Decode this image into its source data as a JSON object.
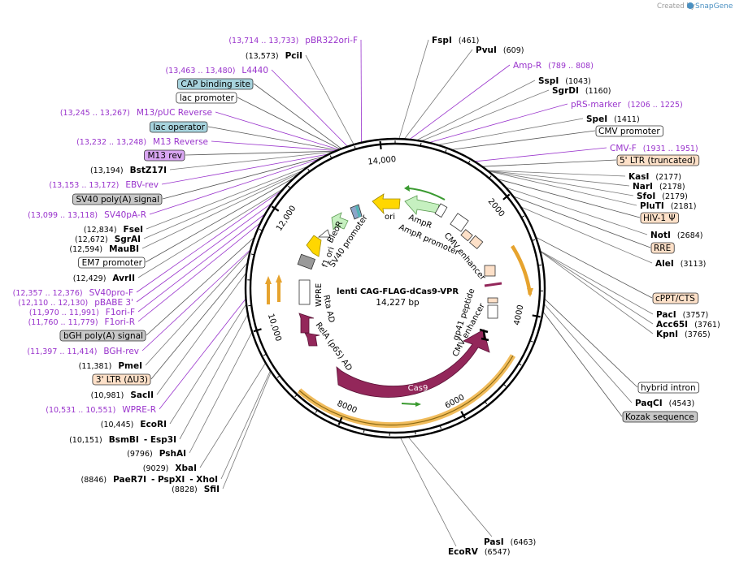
{
  "credit": {
    "prefix": "Created by",
    "brand": "SnapGene"
  },
  "center": {
    "name": "lenti CAG-FLAG-dCas9-VPR",
    "length": "14,227 bp"
  },
  "ticks": [
    "2000",
    "4000",
    "6000",
    "8000",
    "10,000",
    "12,000",
    "14,000"
  ],
  "cas9_label": "Cas9",
  "right_labels": [
    {
      "kind": "enz",
      "name": "FspI",
      "pos": "(461)"
    },
    {
      "kind": "enz",
      "name": "PvuI",
      "pos": "(609)"
    },
    {
      "kind": "primer",
      "name": "Amp-R",
      "pos": "(789 .. 808)"
    },
    {
      "kind": "enz",
      "name": "SspI",
      "pos": "(1043)"
    },
    {
      "kind": "enz",
      "name": "SgrDI",
      "pos": "(1160)"
    },
    {
      "kind": "primer",
      "name": "pRS-marker",
      "pos": "(1206 .. 1225)"
    },
    {
      "kind": "enz",
      "name": "SpeI",
      "pos": "(1411)"
    },
    {
      "kind": "feat",
      "name": "CMV promoter",
      "color": "#ffffff"
    },
    {
      "kind": "primer",
      "name": "CMV-F",
      "pos": "(1931 .. 1951)"
    },
    {
      "kind": "feat",
      "name": "5' LTR (truncated)",
      "color": "#fde0c8"
    },
    {
      "kind": "enz",
      "name": "KasI",
      "pos": "(2177)"
    },
    {
      "kind": "enz",
      "name": "NarI",
      "pos": "(2178)"
    },
    {
      "kind": "enz",
      "name": "SfoI",
      "pos": "(2179)"
    },
    {
      "kind": "enz",
      "name": "PluTI",
      "pos": "(2181)"
    },
    {
      "kind": "feat",
      "name": "HIV-1 Ψ",
      "color": "#fde0c8"
    },
    {
      "kind": "enz",
      "name": "NotI",
      "pos": "(2684)"
    },
    {
      "kind": "feat",
      "name": "RRE",
      "color": "#fde0c8"
    },
    {
      "kind": "enz",
      "name": "AleI",
      "pos": "(3113)"
    },
    {
      "kind": "feat",
      "name": "cPPT/CTS",
      "color": "#fde0c8"
    },
    {
      "kind": "enz",
      "name": "PacI",
      "pos": "(3757)"
    },
    {
      "kind": "enz",
      "name": "Acc65I",
      "pos": "(3761)"
    },
    {
      "kind": "enz",
      "name": "KpnI",
      "pos": "(3765)"
    },
    {
      "kind": "feat",
      "name": "hybrid intron",
      "color": "#ffffff"
    },
    {
      "kind": "enz",
      "name": "PaqCI",
      "pos": "(4543)"
    },
    {
      "kind": "feat",
      "name": "Kozak sequence",
      "color": "#c8c8c8"
    }
  ],
  "bottom_labels": [
    {
      "name": "PasI",
      "pos": "(6463)"
    },
    {
      "name": "EcoRV",
      "pos": "(6547)"
    }
  ],
  "left_labels": [
    {
      "kind": "primer",
      "name": "pBR322ori-F",
      "pos": "(13,714 .. 13,733)"
    },
    {
      "kind": "enz",
      "name": "PciI",
      "pos": "(13,573)"
    },
    {
      "kind": "primer",
      "name": "L4440",
      "pos": "(13,463 .. 13,480)"
    },
    {
      "kind": "feat",
      "name": "CAP binding site",
      "color": "#a7d3dd"
    },
    {
      "kind": "feat",
      "name": "lac promoter",
      "color": "#ffffff"
    },
    {
      "kind": "primer",
      "name": "M13/pUC Reverse",
      "pos": "(13,245 .. 13,267)"
    },
    {
      "kind": "feat",
      "name": "lac operator",
      "color": "#a7d3dd"
    },
    {
      "kind": "primer",
      "name": "M13 Reverse",
      "pos": "(13,232 .. 13,248)"
    },
    {
      "kind": "feat",
      "name": "M13 rev",
      "color": "#d9a6f2"
    },
    {
      "kind": "enz",
      "name": "BstZ17I",
      "pos": "(13,194)"
    },
    {
      "kind": "primer",
      "name": "EBV-rev",
      "pos": "(13,153 .. 13,172)"
    },
    {
      "kind": "feat",
      "name": "SV40 poly(A) signal",
      "color": "#c8c8c8"
    },
    {
      "kind": "primer",
      "name": "SV40pA-R",
      "pos": "(13,099 .. 13,118)"
    },
    {
      "kind": "enz",
      "name": "FseI",
      "pos": "(12,834)"
    },
    {
      "kind": "enz",
      "name": "SgrAI",
      "pos": "(12,672)"
    },
    {
      "kind": "enz",
      "name": "MauBI",
      "pos": "(12,594)"
    },
    {
      "kind": "feat",
      "name": "EM7 promoter",
      "color": "#ffffff"
    },
    {
      "kind": "enz",
      "name": "AvrII",
      "pos": "(12,429)"
    },
    {
      "kind": "primer",
      "name": "SV40pro-F",
      "pos": "(12,357 .. 12,376)"
    },
    {
      "kind": "primer",
      "name": "pBABE 3'",
      "pos": "(12,110 .. 12,130)"
    },
    {
      "kind": "primer",
      "name": "F1ori-F",
      "pos": "(11,970 .. 11,991)"
    },
    {
      "kind": "primer",
      "name": "F1ori-R",
      "pos": "(11,760 .. 11,779)"
    },
    {
      "kind": "feat",
      "name": "bGH poly(A) signal",
      "color": "#c8c8c8"
    },
    {
      "kind": "primer",
      "name": "BGH-rev",
      "pos": "(11,397 .. 11,414)"
    },
    {
      "kind": "enz",
      "name": "PmeI",
      "pos": "(11,381)"
    },
    {
      "kind": "feat",
      "name": "3' LTR (ΔU3)",
      "color": "#fde0c8"
    },
    {
      "kind": "enz",
      "name": "SacII",
      "pos": "(10,981)"
    },
    {
      "kind": "primer",
      "name": "WPRE-R",
      "pos": "(10,531 .. 10,551)"
    },
    {
      "kind": "enz",
      "name": "EcoRI",
      "pos": "(10,445)"
    },
    {
      "kind": "enz2",
      "name": "BsmBI",
      "name2": "Esp3I",
      "pos": "(10,151)"
    },
    {
      "kind": "enz",
      "name": "PshAI",
      "pos": "(9796)"
    },
    {
      "kind": "enz",
      "name": "XbaI",
      "pos": "(9029)"
    },
    {
      "kind": "enz3",
      "name": "PaeR7I",
      "name2": "PspXI",
      "name3": "XhoI",
      "pos": "(8846)"
    },
    {
      "kind": "enz",
      "name": "SfiI",
      "pos": "(8828)"
    }
  ],
  "inner_labels": [
    "ori",
    "AmpR",
    "AmpR promoter",
    "CMV enhancer",
    "BleoR",
    "SV40 promoter",
    "f1 ori",
    "WPRE",
    "Rta AD",
    "RelA (p65) AD",
    "gp41 peptide",
    "CMV enhancer"
  ]
}
